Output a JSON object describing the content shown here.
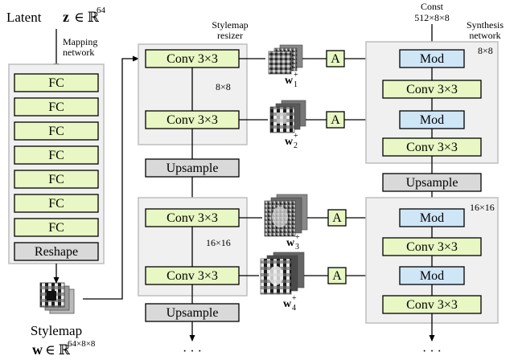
{
  "latent": {
    "label": "Latent",
    "symbol": "z",
    "space": "∈ ℝ",
    "dim": "64"
  },
  "mapping_network": {
    "label_line1": "Mapping",
    "label_line2": "network",
    "fc_label": "FC",
    "fc_count": 7,
    "reshape_label": "Reshape"
  },
  "stylemap": {
    "label": "Stylemap",
    "symbol": "w",
    "space": "∈ ℝ",
    "dim": "64×8×8"
  },
  "resizer": {
    "label_line1": "Stylemap",
    "label_line2": "resizer",
    "conv_label": "Conv 3×3",
    "upsample_label": "Upsample",
    "res1": "8×8",
    "res2": "16×16"
  },
  "styles": {
    "a_label": "A",
    "w_symbol": "w",
    "w_super": "+",
    "w_subs": [
      "1",
      "2",
      "3",
      "4"
    ]
  },
  "synthesis": {
    "const_line1": "Const",
    "const_line2": "512×8×8",
    "label_line1": "Synthesis",
    "label_line2": "network",
    "mod_label": "Mod",
    "conv_label": "Conv 3×3",
    "upsample_label": "Upsample",
    "res1": "8×8",
    "res2": "16×16"
  },
  "ellipsis": "· · ·",
  "colors": {
    "green_box": "#e8f7c3",
    "blue_box": "#cfe6f7",
    "gray_box": "#d9d9d9",
    "panel": "#f0f0f0",
    "panel_border": "#bdbdbd"
  }
}
